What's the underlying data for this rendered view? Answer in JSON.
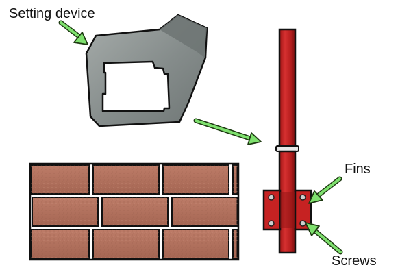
{
  "labels": {
    "setting_device": "Setting device",
    "fins": "Fins",
    "screws": "Screws"
  },
  "colors": {
    "arrow": "#7ee06e",
    "arrow_outline": "#1e3a12",
    "pole": "#c62222",
    "pole_dark": "#7c0f0f",
    "device": "#8d9493",
    "brick": "#b0705c",
    "mortar": "#ffffff",
    "outline": "#111111",
    "screw": "#cfcfcf"
  }
}
